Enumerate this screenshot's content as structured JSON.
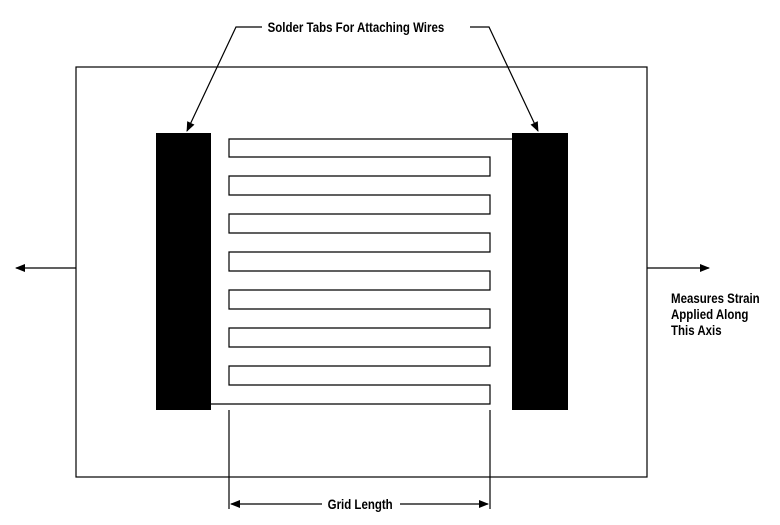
{
  "diagram": {
    "solder_tabs_label": "Solder Tabs For Attaching Wires",
    "grid_length_label": "Grid Length",
    "axis_label_lines": [
      "Measures Strain",
      "Applied Along",
      "This Axis"
    ],
    "colors": {
      "ink": "#000000",
      "background": "#ffffff"
    }
  }
}
